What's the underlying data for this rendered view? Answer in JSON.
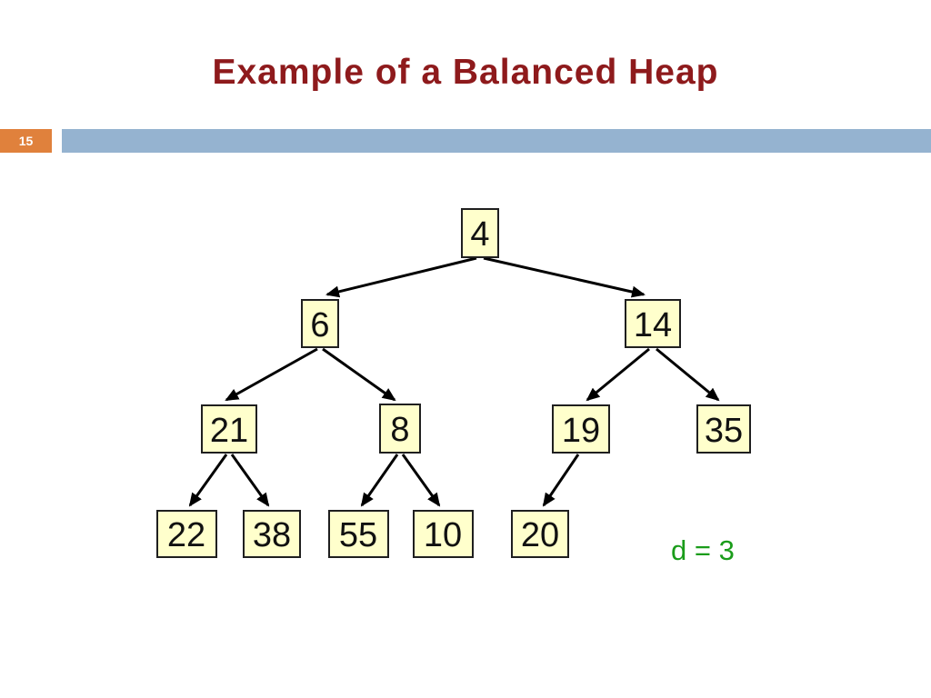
{
  "slide": {
    "title": "Example of a Balanced Heap",
    "page_number": "15",
    "annotation": "d = 3"
  },
  "colors": {
    "title_text": "#8e1a1c",
    "page_badge_bg": "#e0813c",
    "page_badge_text": "#ffffff",
    "header_bar_bg": "#95b3d0",
    "node_fill": "#ffffcc",
    "node_border": "#1f1f1f",
    "edge": "#000000",
    "annotation_text": "#1a9c1a",
    "background": "#ffffff"
  },
  "tree": {
    "type": "binary-heap",
    "depth": "3",
    "nodes": [
      {
        "label": "4",
        "level": 0
      },
      {
        "label": "6",
        "level": 1
      },
      {
        "label": "14",
        "level": 1
      },
      {
        "label": "21",
        "level": 2
      },
      {
        "label": "8",
        "level": 2
      },
      {
        "label": "19",
        "level": 2
      },
      {
        "label": "35",
        "level": 2
      },
      {
        "label": "22",
        "level": 3
      },
      {
        "label": "38",
        "level": 3
      },
      {
        "label": "55",
        "level": 3
      },
      {
        "label": "10",
        "level": 3
      },
      {
        "label": "20",
        "level": 3
      }
    ],
    "edges": [
      {
        "from": "4",
        "to": "6"
      },
      {
        "from": "4",
        "to": "14"
      },
      {
        "from": "6",
        "to": "21"
      },
      {
        "from": "6",
        "to": "8"
      },
      {
        "from": "14",
        "to": "19"
      },
      {
        "from": "14",
        "to": "35"
      },
      {
        "from": "21",
        "to": "22"
      },
      {
        "from": "21",
        "to": "38"
      },
      {
        "from": "8",
        "to": "55"
      },
      {
        "from": "8",
        "to": "10"
      },
      {
        "from": "19",
        "to": "20"
      }
    ]
  }
}
